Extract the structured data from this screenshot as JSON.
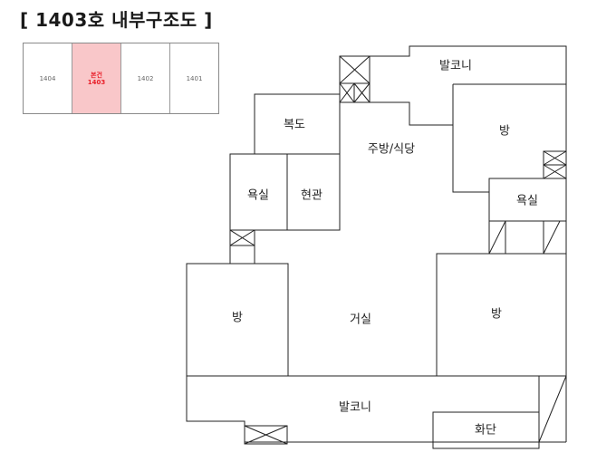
{
  "title": "[ 1403호 내부구조도 ]",
  "units": [
    {
      "number": "1404",
      "tag": ""
    },
    {
      "number": "1403",
      "tag": "본건"
    },
    {
      "number": "1402",
      "tag": ""
    },
    {
      "number": "1401",
      "tag": ""
    }
  ],
  "current_unit_color": "#f9c7c9",
  "current_text_color": "#e8202a",
  "rooms": {
    "balcony_top": "발코니",
    "room_ne": "방",
    "hallway": "복도",
    "kitchen": "주방/식당",
    "bath_left": "욕실",
    "entrance": "현관",
    "bath_right": "욕실",
    "room_w": "방",
    "living": "거실",
    "room_e": "방",
    "balcony_bottom": "발코니",
    "flowerbed": "화단"
  }
}
